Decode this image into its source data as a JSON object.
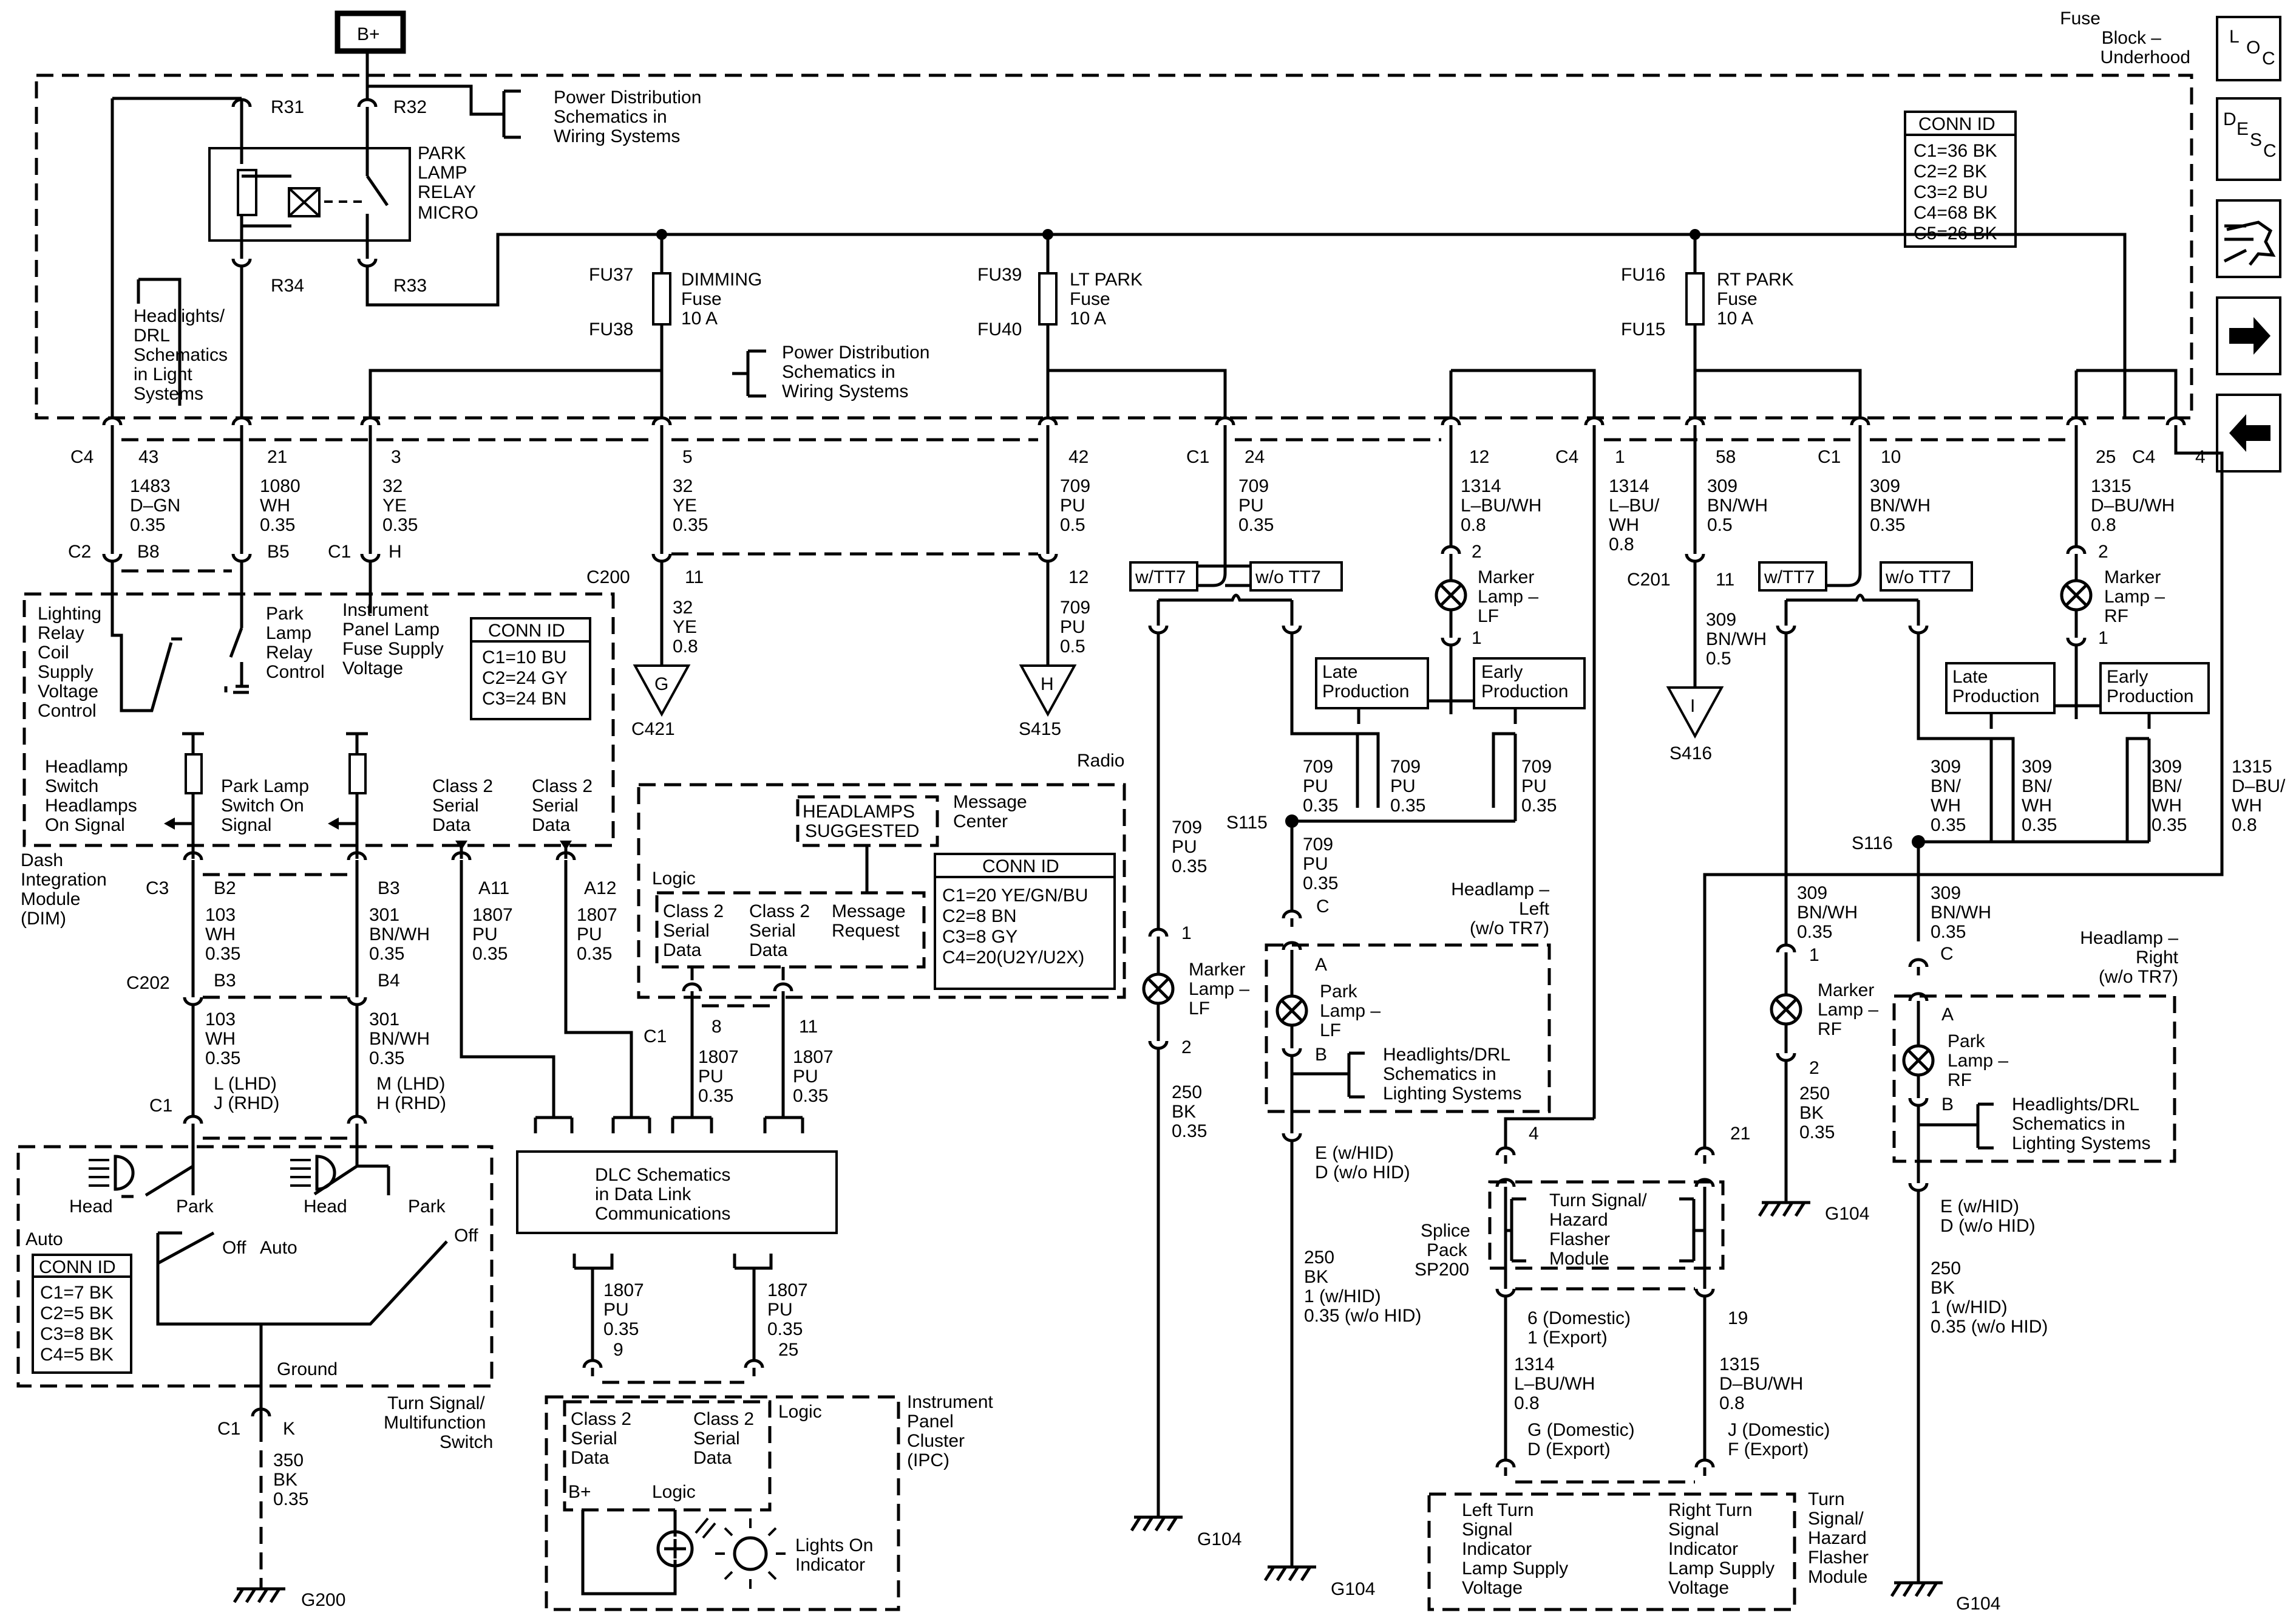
{
  "labels": {
    "b_plus": "B+",
    "fuse_block_1": "Fuse",
    "fuse_block_2": "Block –",
    "fuse_block_3": "Underhood",
    "r31": "R31",
    "r32": "R32",
    "r33": "R33",
    "r34": "R34",
    "pds1_1": "Power Distribution",
    "pds1_2": "Schematics in",
    "pds1_3": "Wiring Systems",
    "pds2_1": "Power Distribution",
    "pds2_2": "Schematics in",
    "pds2_3": "Wiring Systems",
    "relay_1": "PARK",
    "relay_2": "LAMP",
    "relay_3": "RELAY",
    "relay_4": "MICRO",
    "hdl_1": "Headlights/",
    "hdl_2": "DRL",
    "hdl_3": "Schematics",
    "hdl_4": "in Light",
    "hdl_5": "Systems",
    "fu37": "FU37",
    "fu38": "FU38",
    "fu39": "FU39",
    "fu40": "FU40",
    "fu16": "FU16",
    "fu15": "FU15",
    "dim_fuse_1": "DIMMING",
    "dim_fuse_2": "Fuse",
    "dim_fuse_3": "10 A",
    "ltp_fuse_1": "LT PARK",
    "ltp_fuse_2": "Fuse",
    "ltp_fuse_3": "10 A",
    "rtp_fuse_1": "RT PARK",
    "rtp_fuse_2": "Fuse",
    "rtp_fuse_3": "10 A",
    "conn_id": "CONN ID",
    "fb_conn": [
      "C1=36 BK",
      "C2=2 BK",
      "C3=2 BU",
      "C4=68 BK",
      "C5=26 BK"
    ],
    "dim_conn": [
      "C1=10 BU",
      "C2=24 GY",
      "C3=24 BN"
    ],
    "radio_conn": [
      "C1=20 YE/GN/BU",
      "C2=8 BN",
      "C3=8 GY",
      "C4=20(U2Y/U2X)"
    ],
    "sw_conn": [
      "C1=7 BK",
      "C2=5 BK",
      "C3=8 BK",
      "C4=5 BK"
    ],
    "c4": "C4",
    "c2": "C2",
    "c1": "C1",
    "c3": "C3",
    "c200": "C200",
    "c201": "C201",
    "c202": "C202",
    "p43": "43",
    "p21": "21",
    "p3": "3",
    "p5": "5",
    "p42": "42",
    "p24": "24",
    "p12": "12",
    "p1": "1",
    "p58": "58",
    "p10": "10",
    "p25": "25",
    "p4": "4",
    "p11": "11",
    "p8": "8",
    "p2": "2",
    "pB8": "B8",
    "pB5": "B5",
    "pH": "H",
    "pB2": "B2",
    "pB3": "B3",
    "pB4": "B4",
    "pA11": "A11",
    "pA12": "A12",
    "pA": "A",
    "pB": "B",
    "pC": "C",
    "pK": "K",
    "p9": "9",
    "p25b": "25",
    "p6dom": "6 (Domestic)",
    "p1exp": "1 (Export)",
    "p19": "19",
    "p21b": "21",
    "w1483": "1483",
    "dgn": "D–GN",
    "g035": "0.35",
    "g05": "0.5",
    "g08": "0.8",
    "w1080": "1080",
    "wh": "WH",
    "w32": "32",
    "ye": "YE",
    "w709": "709",
    "pu": "PU",
    "w1314": "1314",
    "lbuwh": "L–BU/WH",
    "lbu": "L–BU/",
    "wh2": "WH",
    "w309": "309",
    "bnwh": "BN/WH",
    "w1315": "1315",
    "dbuwh": "D–BU/WH",
    "dbu": "D–BU/",
    "bn": "BN/",
    "w103": "103",
    "w301": "301",
    "w1807": "1807",
    "w250": "250",
    "bk": "BK",
    "w350": "350",
    "g_dom": "G (Domestic)",
    "d_exp": "D (Export)",
    "j_dom": "J (Domestic)",
    "f_exp": "F (Export)",
    "lhd": "L (LHD)",
    "rhd": "J (RHD)",
    "mlhd": "M (LHD)",
    "hrhd": "H (RHD)",
    "ehid": "E (w/HID)",
    "dnohid": "D (w/o HID)",
    "one_hid": "1 (w/HID)",
    "g035nohid": "0.35 (w/o HID)",
    "g_conn": "G",
    "h_conn": "H",
    "i_conn": "I",
    "c421": "C421",
    "s415": "S415",
    "s416": "S416",
    "s115": "S115",
    "s116": "S116",
    "g104": "G104",
    "g200": "G200",
    "wtt7": "w/TT7",
    "wotT7": "w/o TT7",
    "late_1": "Late",
    "late_2": "Production",
    "early_1": "Early",
    "early_2": "Production",
    "mlf_1": "Marker",
    "mlf_2": "Lamp –",
    "mlf_3": "LF",
    "mrf_1": "Marker",
    "mrf_2": "Lamp –",
    "mrf_3": "RF",
    "plf_1": "Park",
    "plf_2": "Lamp –",
    "plf_3": "LF",
    "prf_1": "Park",
    "prf_2": "Lamp –",
    "prf_3": "RF",
    "hl_left_1": "Headlamp –",
    "hl_left_2": "Left",
    "hl_left_3": "(w/o TR7)",
    "hl_right_1": "Headlamp –",
    "hl_right_2": "Right",
    "hl_right_3": "(w/o TR7)",
    "hdrl_1": "Headlights/DRL",
    "hdrl_2": "Schematics in",
    "hdrl_3": "Lighting Systems",
    "lrc_1": "Lighting",
    "lrc_2": "Relay",
    "lrc_3": "Coil",
    "lrc_4": "Supply",
    "lrc_5": "Voltage",
    "lrc_6": "Control",
    "plr_1": "Park",
    "plr_2": "Lamp",
    "plr_3": "Relay",
    "plr_4": "Control",
    "ipl_1": "Instrument",
    "ipl_2": "Panel Lamp",
    "ipl_3": "Fuse Supply",
    "ipl_4": "Voltage",
    "hss_1": "Headlamp",
    "hss_2": "Switch",
    "hss_3": "Headlamps",
    "hss_4": "On Signal",
    "pls_1": "Park Lamp",
    "pls_2": "Switch On",
    "pls_3": "Signal",
    "c2sd_1": "Class 2",
    "c2sd_2": "Serial",
    "c2sd_3": "Data",
    "dim_1": "Dash",
    "dim_2": "Integration",
    "dim_3": "Module",
    "dim_4": "(DIM)",
    "radio": "Radio",
    "logic": "Logic",
    "hsug_1": "HEADLAMPS",
    "hsug_2": "SUGGESTED",
    "mc_1": "Message",
    "mc_2": "Center",
    "mr_1": "Message",
    "mr_2": "Request",
    "dlc_1": "DLC Schematics",
    "dlc_2": "in Data Link",
    "dlc_3": "Communications",
    "head": "Head",
    "park": "Park",
    "auto": "Auto",
    "off": "Off",
    "ground": "Ground",
    "tsm_1": "Turn Signal/",
    "tsm_2": "Multifunction",
    "tsm_3": "Switch",
    "ipc_1": "Instrument",
    "ipc_2": "Panel",
    "ipc_3": "Cluster",
    "ipc_4": "(IPC)",
    "bplus2": "B+",
    "loi_1": "Lights On",
    "loi_2": "Indicator",
    "sp_1": "Splice",
    "sp_2": "Pack",
    "sp_3": "SP200",
    "tshf_1": "Turn Signal/",
    "tshf_2": "Hazard",
    "tshf_3": "Flasher",
    "tshf_4": "Module",
    "ltsi_1": "Left Turn",
    "ltsi_2": "Signal",
    "ltsi_3": "Indicator",
    "ltsi_4": "Lamp Supply",
    "ltsi_5": "Voltage",
    "rtsi_1": "Right Turn",
    "rtsi_2": "Signal",
    "rtsi_3": "Indicator",
    "rtsi_4": "Lamp Supply",
    "rtsi_5": "Voltage",
    "tshm_1": "Turn",
    "tshm_2": "Signal/",
    "tshm_3": "Hazard",
    "tshm_4": "Flasher",
    "tshm_5": "Module",
    "nav_loc_1": "L",
    "nav_loc_2": "O",
    "nav_loc_3": "C",
    "nav_desc_1": "D",
    "nav_desc_2": "E",
    "nav_desc_3": "S",
    "nav_desc_4": "C"
  }
}
